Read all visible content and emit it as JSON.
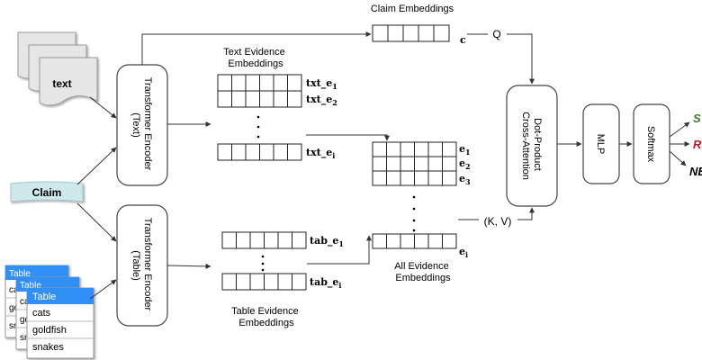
{
  "inputs": {
    "text_doc_label": "text",
    "claim_label": "Claim",
    "table_header": "Table",
    "table_rows": [
      "cats",
      "goldfish",
      "snakes"
    ],
    "back_table_rows": [
      "ca",
      "go",
      "sn"
    ]
  },
  "encoders": {
    "text_encoder": [
      "Transformer Encoder",
      "(Text)"
    ],
    "table_encoder": [
      "Transformer Encoder",
      "(Table)"
    ]
  },
  "embeddings": {
    "claim_title": "Claim Embeddings",
    "claim_vector_label": "c",
    "query_label": "Q",
    "text_evidence_title": [
      "Text Evidence",
      "Embeddings"
    ],
    "text_row_labels": [
      {
        "base": "txt_e",
        "sub": "1"
      },
      {
        "base": "txt_e",
        "sub": "2"
      },
      {
        "base": "txt_e",
        "sub": "i"
      }
    ],
    "table_evidence_title": [
      "Table Evidence",
      "Embeddings"
    ],
    "table_row_labels": [
      {
        "base": "tab_e",
        "sub": "1"
      },
      {
        "base": "tab_e",
        "sub": "i"
      }
    ],
    "all_evidence_title": [
      "All Evidence",
      "Embeddings"
    ],
    "all_row_labels": [
      {
        "base": "e",
        "sub": "1"
      },
      {
        "base": "e",
        "sub": "2"
      },
      {
        "base": "e",
        "sub": "3"
      },
      {
        "base": "e",
        "sub": "i"
      }
    ],
    "key_value_label": "(K, V)"
  },
  "modules": {
    "attention": [
      "Dot-Product",
      "Cross-Attention"
    ],
    "mlp": "MLP",
    "softmax": "Softmax"
  },
  "outputs": [
    {
      "label": "S",
      "color": "#3a7d1e"
    },
    {
      "label": "R",
      "color": "#c0161f"
    },
    {
      "label": "NE",
      "color": "#000000"
    }
  ],
  "colors": {
    "claim_box": "#cfe8ea",
    "doc_page": "#e6e6e6",
    "table_header": "#2f8ff7"
  }
}
